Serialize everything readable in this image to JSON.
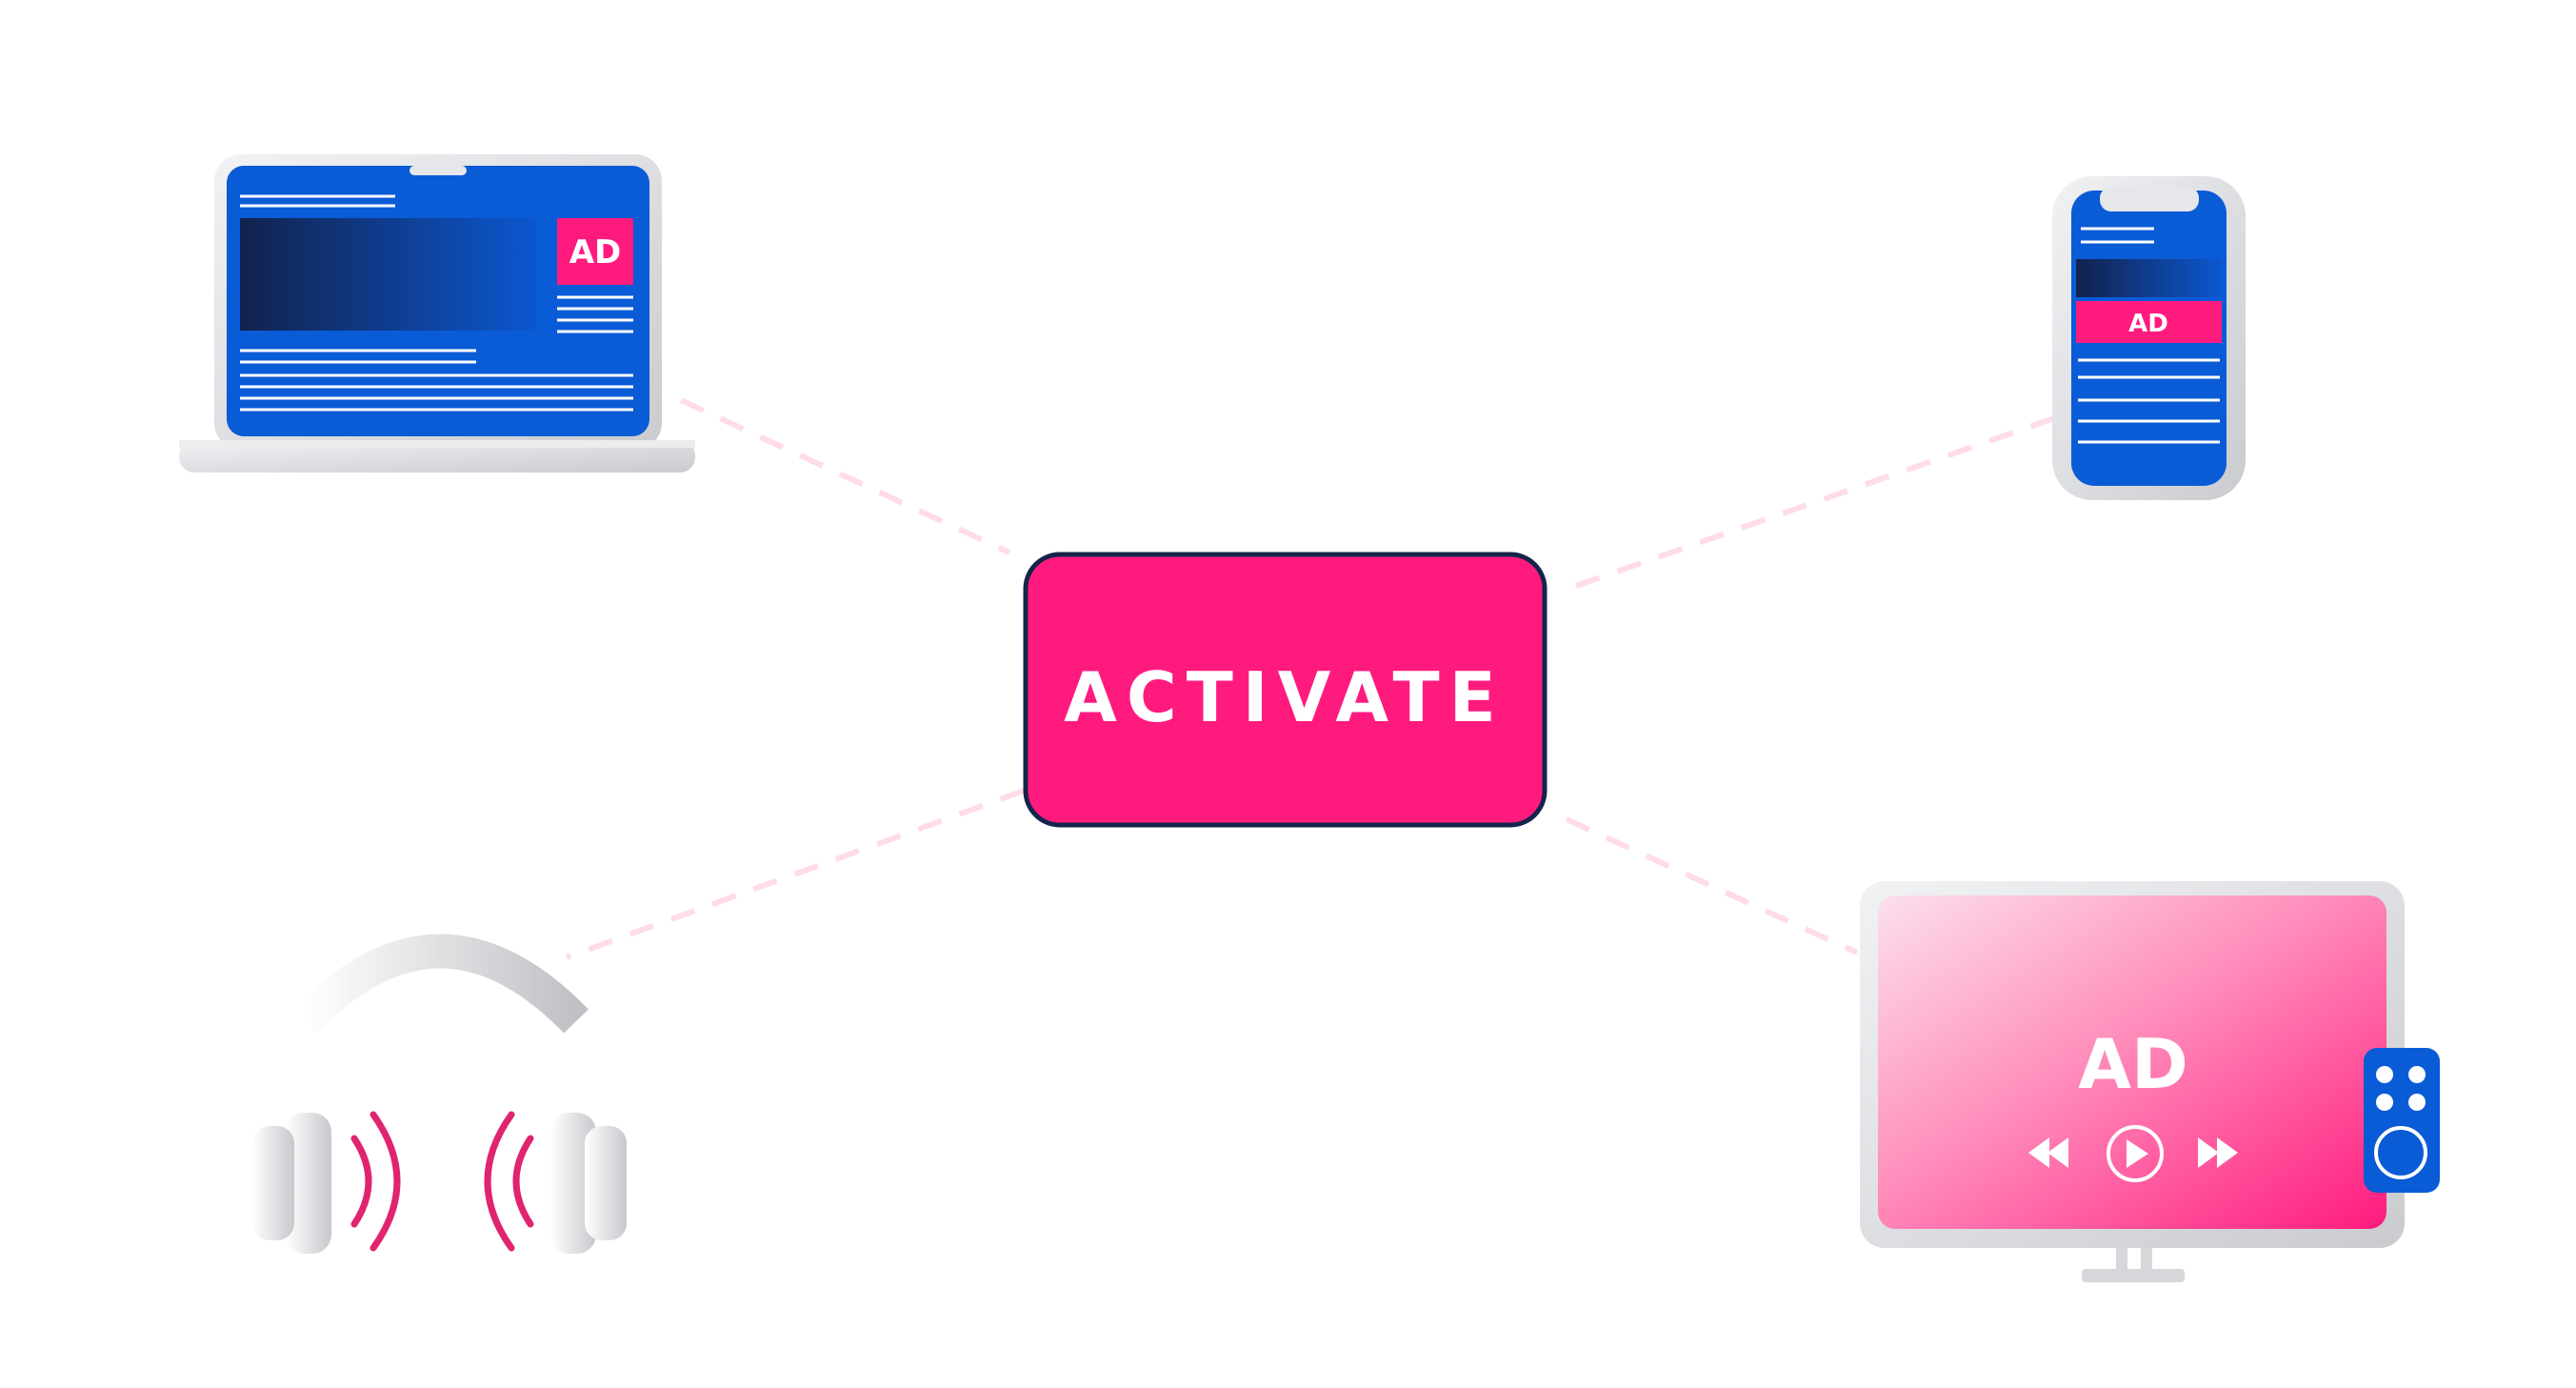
{
  "center": {
    "label": "ACTIVATE"
  },
  "devices": {
    "laptop": {
      "ad_label": "AD"
    },
    "phone": {
      "ad_label": "AD"
    },
    "headphones": {},
    "tv": {
      "ad_label": "AD"
    }
  },
  "colors": {
    "brand_pink": "#FF1B7E",
    "brand_blue": "#0A5BD6",
    "navy": "#14244A",
    "device_gray": "#D6D7DA",
    "connector": "#FFDCE8"
  },
  "icons": {
    "laptop": "laptop-icon",
    "phone": "smartphone-icon",
    "headphones": "headphones-icon",
    "tv": "television-icon",
    "remote": "remote-control-icon",
    "rewind": "rewind-icon",
    "play": "play-icon",
    "fast_forward": "fast-forward-icon"
  }
}
